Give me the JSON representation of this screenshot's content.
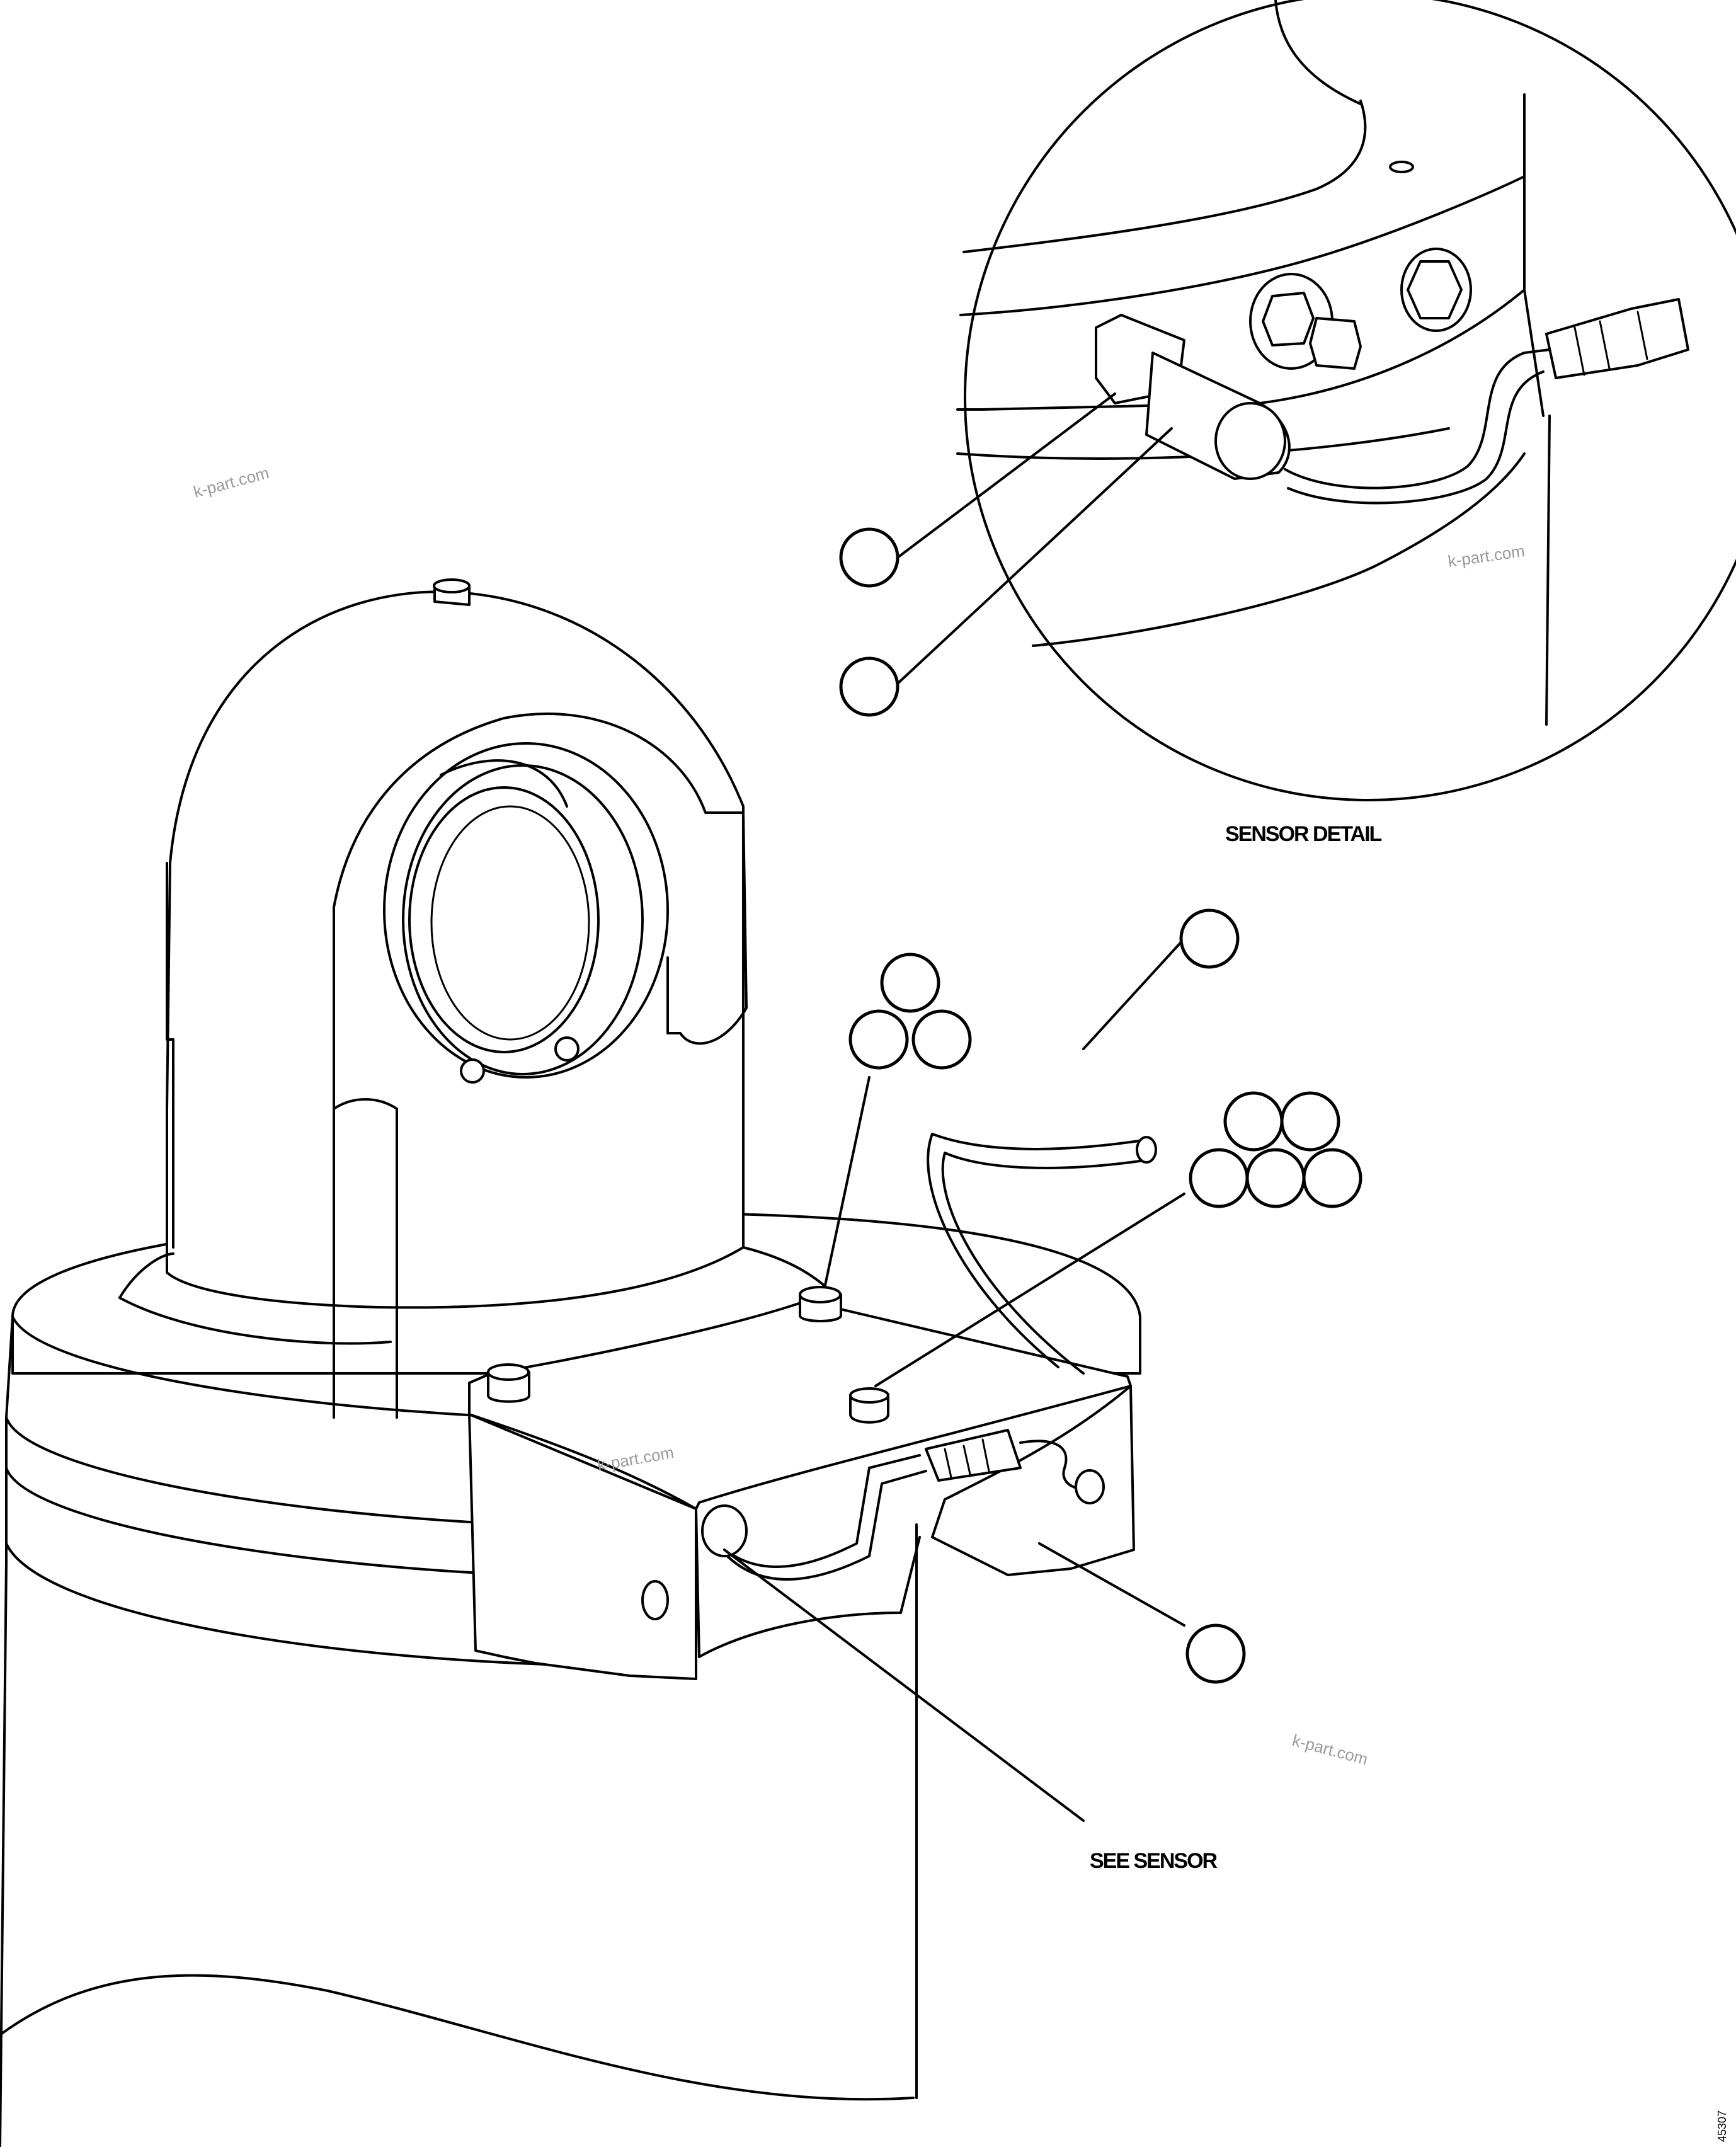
{
  "labels": {
    "sensor_detail": "SENSOR DETAIL",
    "see_sensor": "SEE SENSOR"
  },
  "watermark": "k-part.com",
  "drawing_code": "45307"
}
